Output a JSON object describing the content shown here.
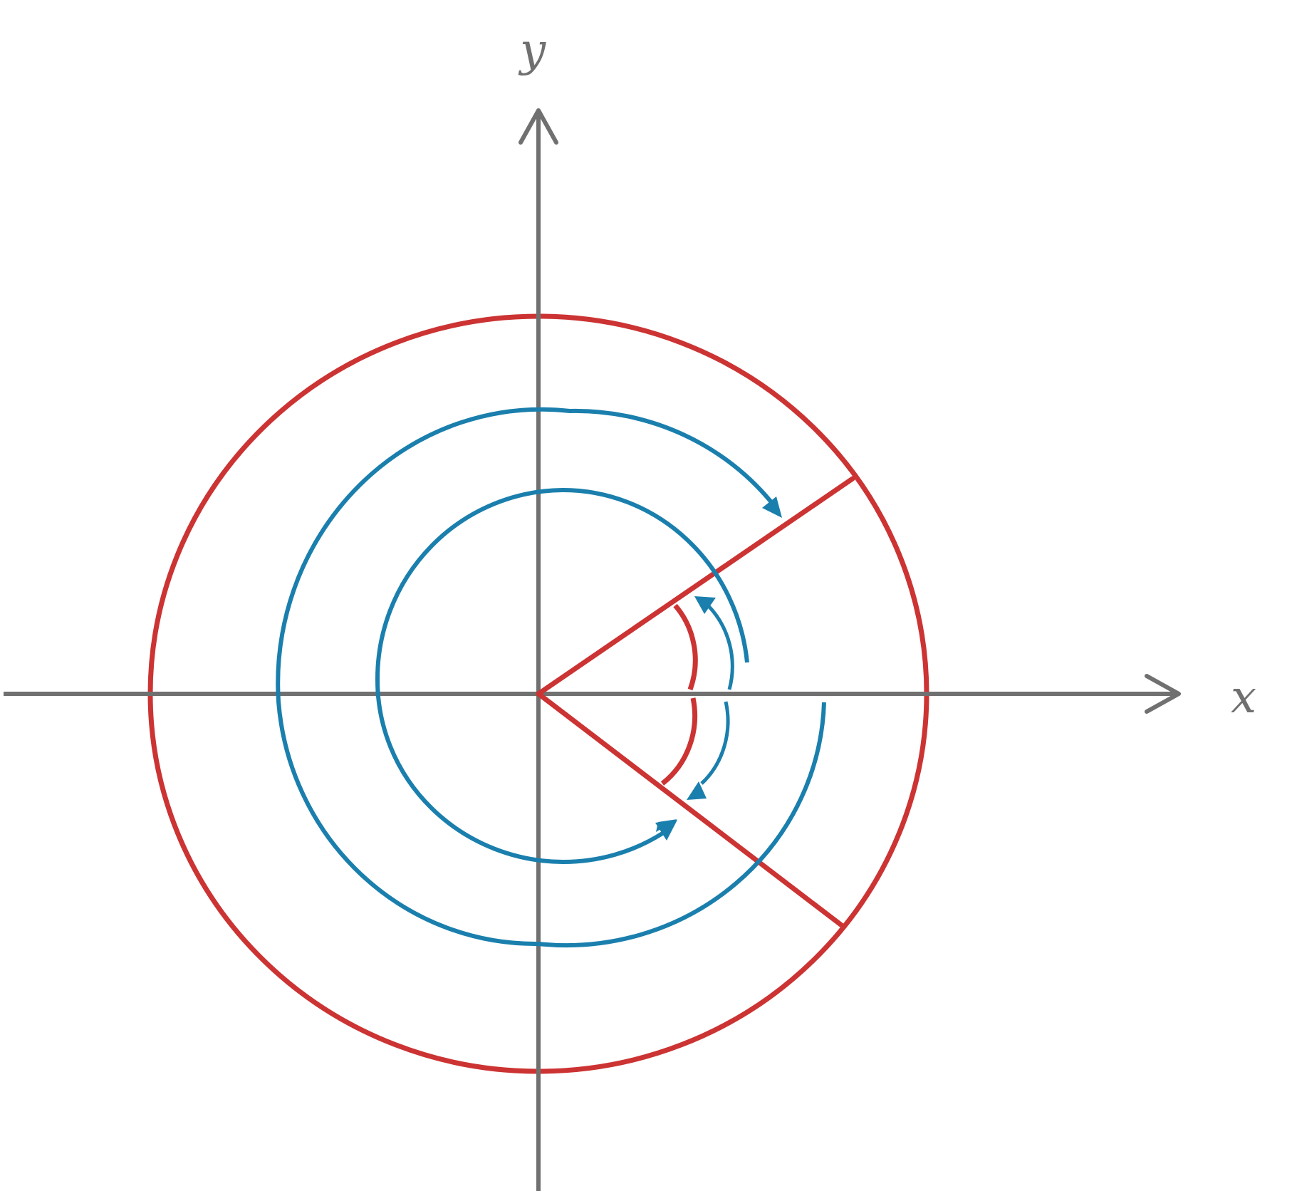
{
  "axes": {
    "x_label": "x",
    "y_label": "y"
  },
  "colors": {
    "axis": "#707070",
    "red": "#cc3333",
    "blue": "#1a7fad",
    "background": "#ffffff"
  },
  "elements": {
    "axes_arrow_style": "open-chevron",
    "outer_circle": "red",
    "rays": "red",
    "spiral_arrows": "blue",
    "angle_arcs": "red"
  }
}
